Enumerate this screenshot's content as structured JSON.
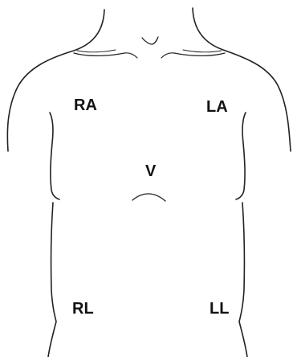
{
  "electrodes": {
    "right_arm": "RA",
    "left_arm": "LA",
    "chest": "V",
    "right_leg": "RL",
    "left_leg": "LL"
  },
  "colors": {
    "outline": "#222222",
    "label": "#111111",
    "background": "#ffffff"
  }
}
